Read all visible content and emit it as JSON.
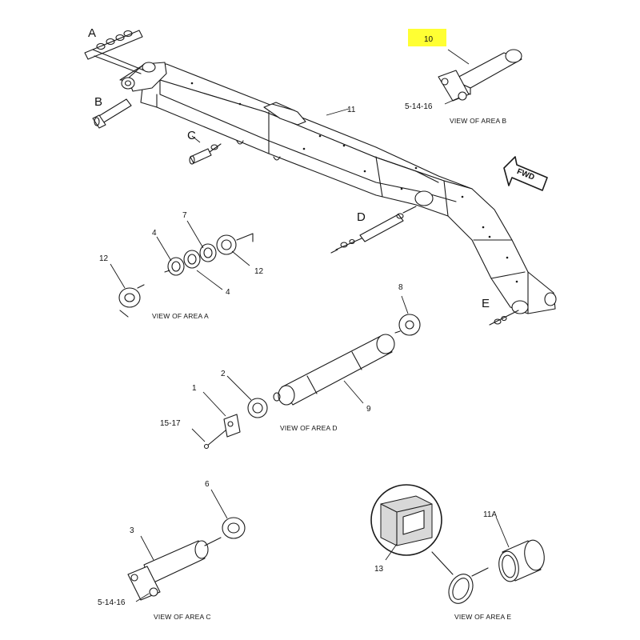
{
  "highlight_color": "#ffff33",
  "line_color": "#1a1a1a",
  "area_letters": {
    "a": "A",
    "b": "B",
    "c": "C",
    "d": "D",
    "e": "E"
  },
  "callouts": {
    "p10": "10",
    "p11": "11",
    "p5_14_16_b": "5-14-16",
    "p7": "7",
    "p4_top": "4",
    "p4_bottom": "4",
    "p12_left": "12",
    "p12_right": "12",
    "p8": "8",
    "p9": "9",
    "p1": "1",
    "p2": "2",
    "p15_17": "15-17",
    "p6": "6",
    "p3": "3",
    "p5_14_16_c": "5-14-16",
    "p13": "13",
    "p11a": "11A"
  },
  "captions": {
    "area_a": "VIEW OF AREA A",
    "area_b": "VIEW OF AREA B",
    "area_c": "VIEW OF AREA C",
    "area_d": "VIEW OF AREA D",
    "area_e": "VIEW OF AREA E"
  },
  "fwd_label": "FWD"
}
